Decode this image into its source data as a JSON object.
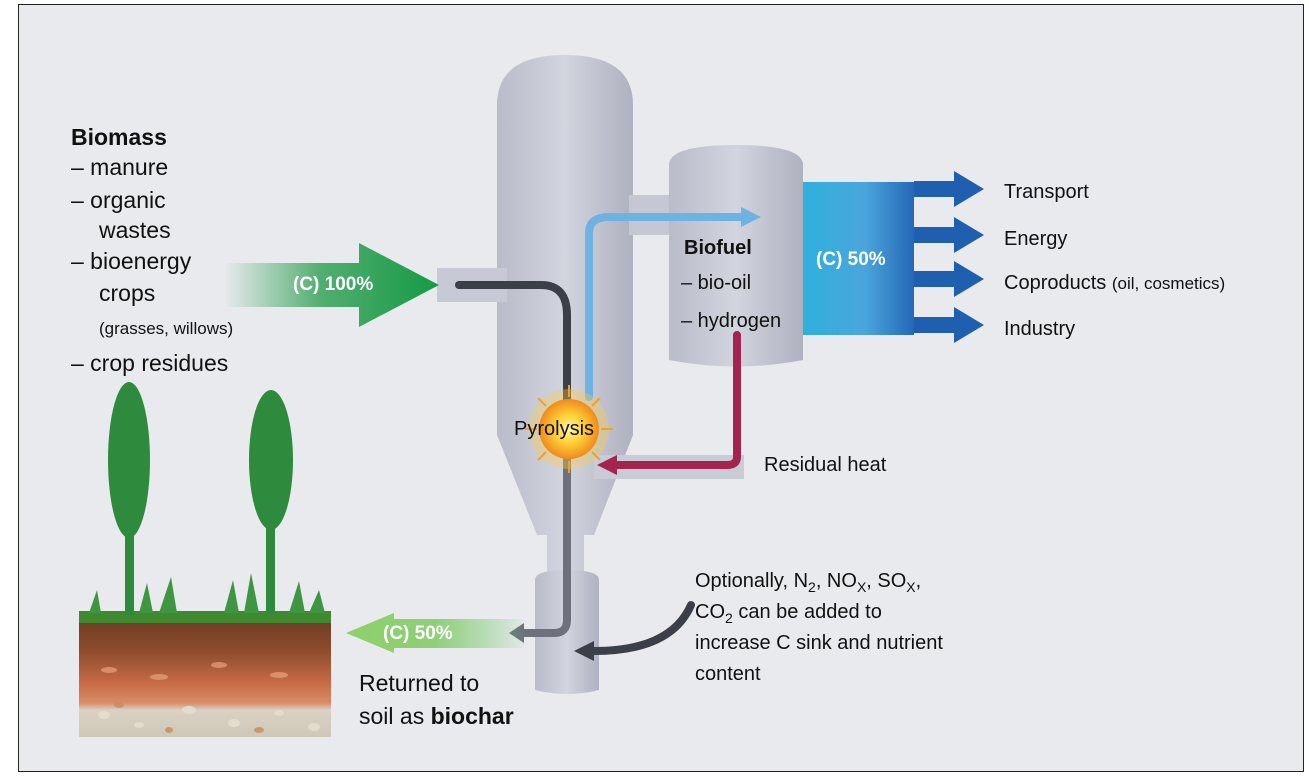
{
  "biomass": {
    "title": "Biomass",
    "items": [
      "– manure",
      "– organic",
      "wastes",
      "– bioenergy",
      "crops",
      "(grasses, willows)",
      "– crop residues"
    ]
  },
  "flows": {
    "input_pct": "(C) 100%",
    "biofuel_pct": "(C) 50%",
    "biochar_pct": "(C) 50%"
  },
  "biofuel": {
    "title": "Biofuel",
    "items": [
      "– bio-oil",
      "– hydrogen"
    ]
  },
  "outputs": {
    "transport": "Transport",
    "energy": "Energy",
    "coproducts": "Coproducts",
    "coproducts_note": "(oil, cosmetics)",
    "industry": "Industry"
  },
  "reactor": {
    "pyrolysis": "Pyrolysis",
    "residual_heat": "Residual heat"
  },
  "biochar": {
    "line1": "Returned to",
    "line2_prefix": "soil as ",
    "line2_bold": "biochar"
  },
  "optional": {
    "word1": "Optionally, N",
    "sub_n": "2",
    "sep1": ", NO",
    "sub_no": "X",
    "sep2": ", SO",
    "sub_so": "X",
    "sep3": ",",
    "co": "CO",
    "sub_co": "2",
    "line2_rest": " can be added to",
    "line3": "increase C sink and nutrient",
    "line4": "content"
  },
  "colors": {
    "green_arrow": "#1f9a46",
    "blue_arrow": "#1f5fb0",
    "cyan_band": "#2fa8d8",
    "heat_arrow": "#a3244f",
    "tree": "#2e8a3c",
    "soil_top": "#7a4428",
    "background": "#e9eaee"
  }
}
